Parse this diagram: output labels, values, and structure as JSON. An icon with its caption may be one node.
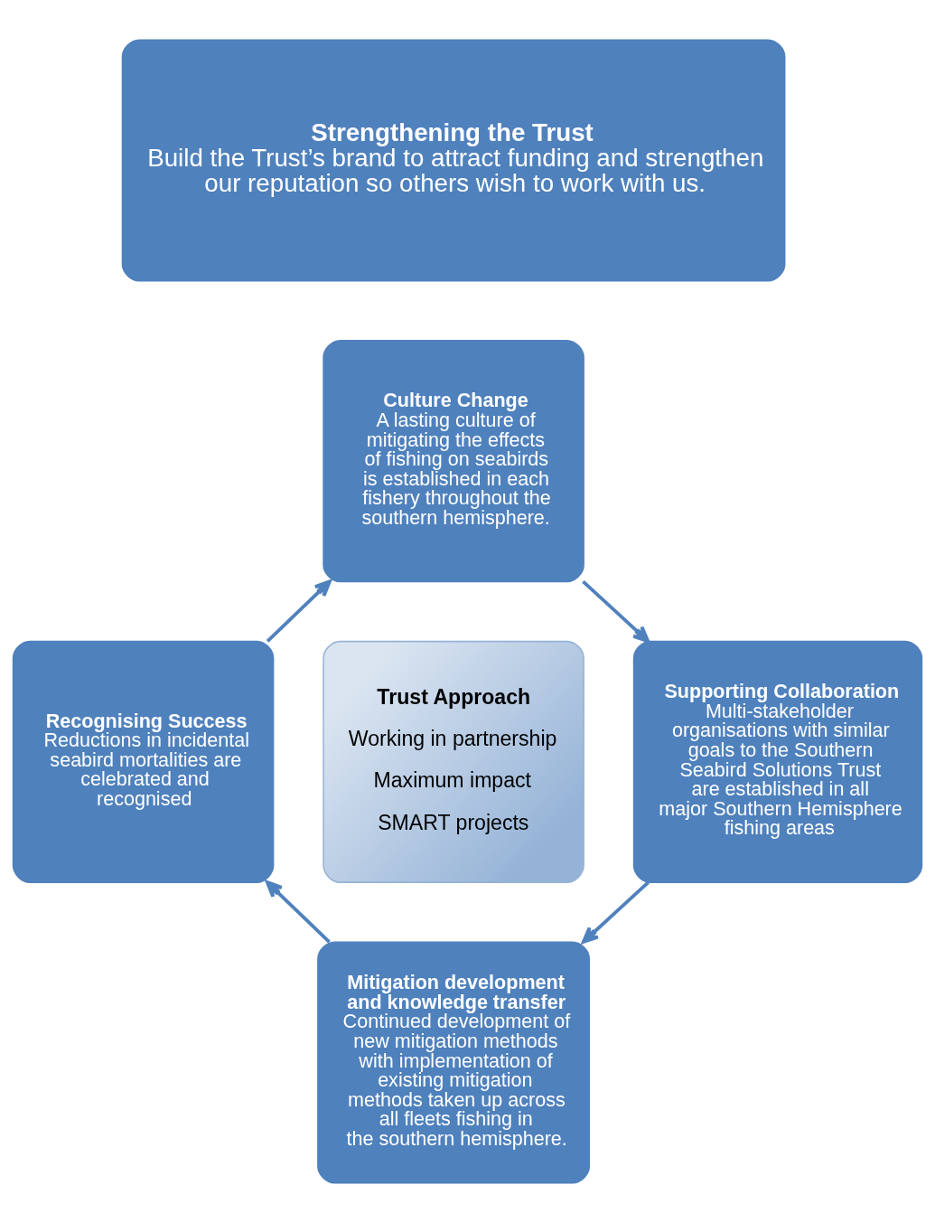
{
  "diagram": {
    "nodes": [
      {
        "text": [
          "Strengthening the Trust",
          "Build the Trust’s brand to attract funding and strengthen our reputation so others wish to work with us."
        ]
      },
      {
        "text": [
          "Culture Change",
          "A lasting culture of mitigating the effects of fishing on seabirds is established in each fishery throughout the southern hemisphere."
        ]
      },
      {
        "text": [
          "Supporting Collaboration",
          "Multi-stakeholder organisations with similar goals to the Southern Seabird Solutions Trust are established in all major Southern Hemisphere fishing areas"
        ]
      },
      {
        "text": [
          "Mitigation development and knowledge transfer",
          "Continued development of new mitigation methods with implementation of existing mitigation methods taken up across all fleets fishing in the southern hemisphere."
        ]
      },
      {
        "text": [
          "Recognising Success",
          "Reductions in incidental seabird mortalities are celebrated and recognised"
        ]
      },
      {
        "text": [
          "Trust Approach",
          "Working in partnership",
          "Maximum impact",
          "SMART projects"
        ]
      }
    ],
    "edges": [
      {
        "from": 1,
        "to": 2,
        "arrow": "to"
      },
      {
        "from": 2,
        "to": 3,
        "arrow": "to"
      },
      {
        "from": 3,
        "to": 4,
        "arrow": "to"
      },
      {
        "from": 4,
        "to": 1,
        "arrow": "to"
      }
    ]
  }
}
